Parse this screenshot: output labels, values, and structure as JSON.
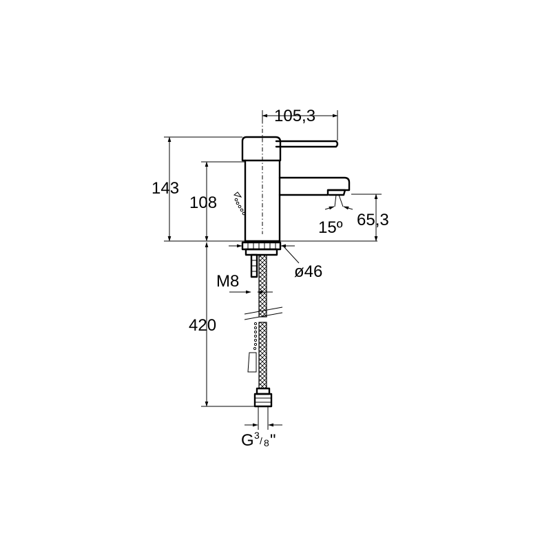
{
  "dimensions": {
    "spout_reach": "105,3",
    "total_height": "143",
    "spout_height": "108",
    "outlet_height": "65,3",
    "outlet_angle": "15º",
    "base_diameter": "ø46",
    "thread": "M8",
    "hose_length": "420",
    "connection_main": "G",
    "connection_num": "3",
    "connection_den": "8",
    "connection_unit": "\""
  },
  "colors": {
    "line": "#000000",
    "background": "#ffffff"
  }
}
